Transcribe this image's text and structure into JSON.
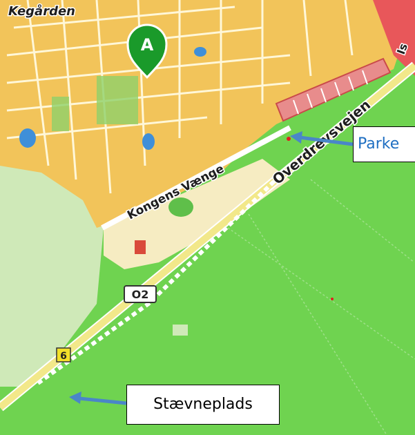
{
  "map": {
    "area_label": "Kegården",
    "marker_letter": "A",
    "streets": {
      "kongens_vaenge": "Kongens Vænge",
      "overdrevsvejen": "Overdrevsvejen",
      "top_right_fragment": "Is"
    },
    "shields": {
      "o2": "O2",
      "route_6": "6"
    },
    "callouts": {
      "parking": "Parke",
      "venue": "Stævneplads"
    },
    "colors": {
      "forest": "#6fd350",
      "residential": "#f2c45a",
      "road": "#f2e88a",
      "marker": "#1a9a2a",
      "arrow": "#4a86c8",
      "highway": "#e8575a"
    }
  }
}
